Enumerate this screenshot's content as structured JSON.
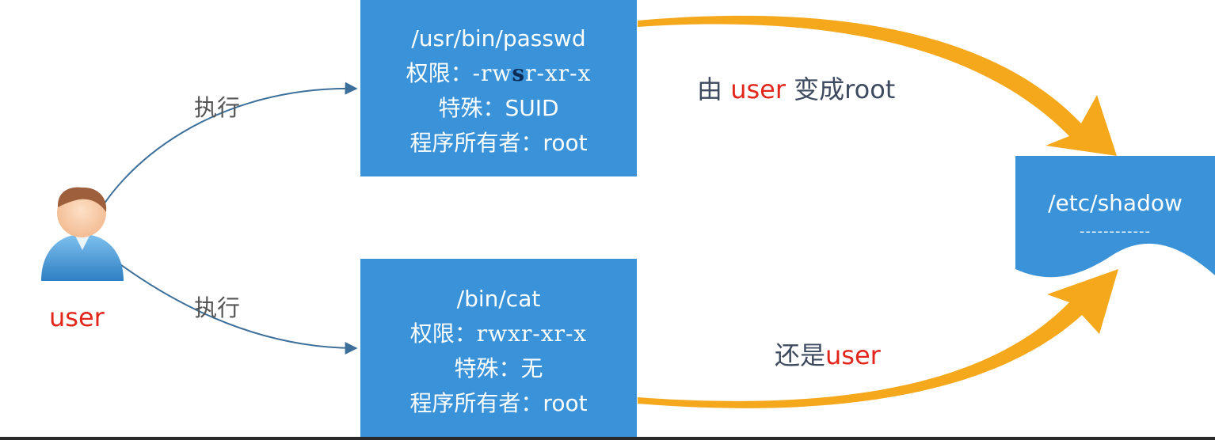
{
  "user_label": "user",
  "exec_top": "执行",
  "exec_bottom": "执行",
  "passwd_box": {
    "path": "/usr/bin/passwd",
    "perm_label": "权限：",
    "perm_before": "-rw",
    "perm_special": "s",
    "perm_after": "r-xr-x",
    "special": "特殊：SUID",
    "owner": "程序所有者：root"
  },
  "cat_box": {
    "path": "/bin/cat",
    "perm_label": "权限：",
    "perm": "rwxr-xr-x",
    "special": "特殊：无",
    "owner": "程序所有者：root"
  },
  "top_caption": {
    "prefix": "由 ",
    "user": "user",
    "suffix": " 变成root"
  },
  "bottom_caption": {
    "prefix": "还是",
    "user": "user"
  },
  "shadow": {
    "title": "/etc/shadow",
    "dashes": "------------"
  },
  "colors": {
    "box": "#3a92d8",
    "arrow": "#f5a81c",
    "connector": "#3d6f9b",
    "highlight": "#e2261b"
  }
}
